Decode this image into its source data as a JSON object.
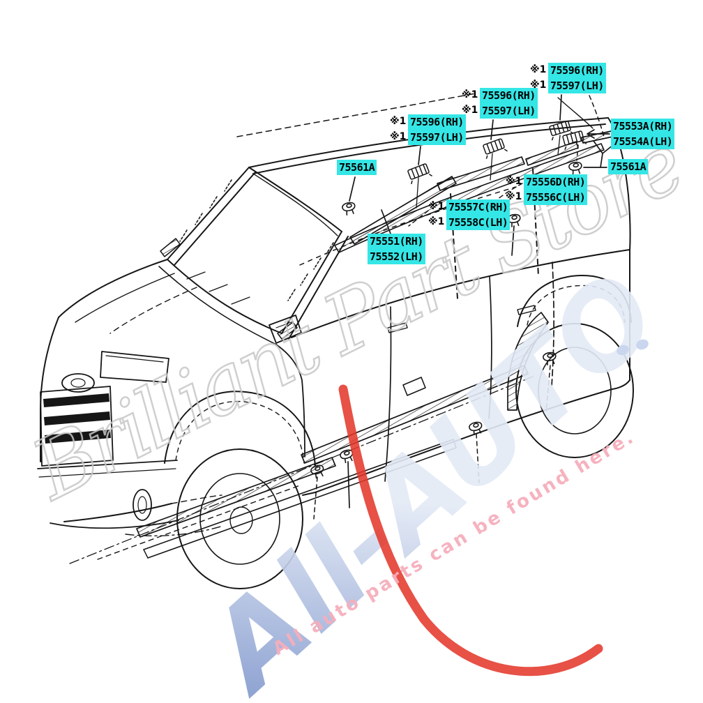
{
  "diagram": {
    "type": "auto-parts-exploded-diagram",
    "subject": "SUV body side & roof drip mouldings, pads and clips",
    "highlight_color": "#35e6e6",
    "line_color": "#161616"
  },
  "labels": {
    "pad_top": {
      "rows": [
        {
          "prefix": "※1",
          "part": "75596(RH)"
        },
        {
          "prefix": "※1",
          "part": "75597(LH)"
        }
      ]
    },
    "pad_mid": {
      "rows": [
        {
          "prefix": "※1",
          "part": "75596(RH)"
        },
        {
          "prefix": "※1",
          "part": "75597(LH)"
        }
      ]
    },
    "pad_front": {
      "rows": [
        {
          "prefix": "※1",
          "part": "75596(RH)"
        },
        {
          "prefix": "※1",
          "part": "75597(LH)"
        }
      ]
    },
    "moulding_rear": {
      "rows": [
        {
          "part": "75553A(RH)"
        },
        {
          "part": "75554A(LH)"
        }
      ]
    },
    "clip_right": {
      "rows": [
        {
          "part": "75561A"
        }
      ]
    },
    "moulding_center": {
      "rows": [
        {
          "prefix": "※1",
          "part": "75556D(RH)"
        },
        {
          "prefix": "※1",
          "part": "75556C(LH)"
        }
      ]
    },
    "moulding_no2": {
      "rows": [
        {
          "prefix": "※1",
          "part": "75557C(RH)"
        },
        {
          "prefix": "※1",
          "part": "75558C(LH)"
        }
      ]
    },
    "clip_left": {
      "rows": [
        {
          "part": "75561A"
        }
      ]
    },
    "moulding_front": {
      "rows": [
        {
          "part": "75551(RH)"
        },
        {
          "part": "75552(LH)"
        }
      ]
    }
  },
  "watermarks": {
    "script": "Brilliant Part Store",
    "logo": "All-AUTO",
    "tagline": "All auto parts can be found here.",
    "script_color": "#c7c7c7",
    "logo_blue": "#2b4fa4",
    "logo_light": "#e3eaf6",
    "swoosh_red": "#e4392c",
    "tagline_pink": "#f6aebc"
  }
}
